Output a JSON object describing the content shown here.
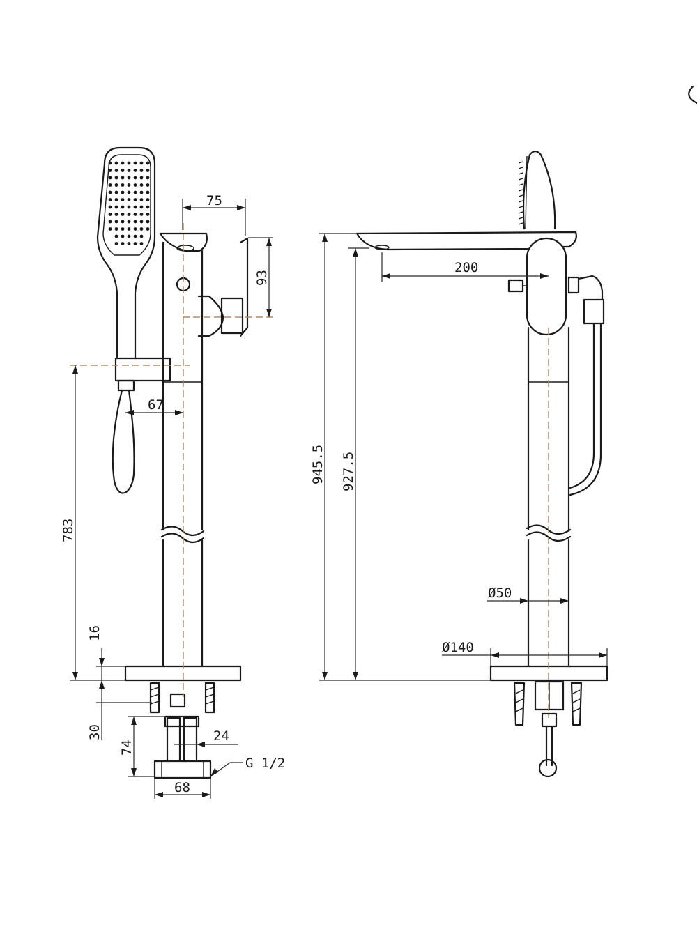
{
  "front_view": {
    "dim_spout_offset": "75",
    "dim_handle_height": "93",
    "dim_holder_offset": "67",
    "dim_holder_height": "783",
    "dim_base_thickness": "16",
    "dim_below_base": "30",
    "dim_connector_height": "74",
    "dim_connector_spacing": "24",
    "dim_connector_width": "68",
    "thread_label": "G 1/2"
  },
  "side_view": {
    "dim_spout_reach": "200",
    "dim_total_height": "945.5",
    "dim_spout_height": "927.5",
    "dim_column_diameter": "Ø50",
    "dim_base_diameter": "Ø140"
  }
}
